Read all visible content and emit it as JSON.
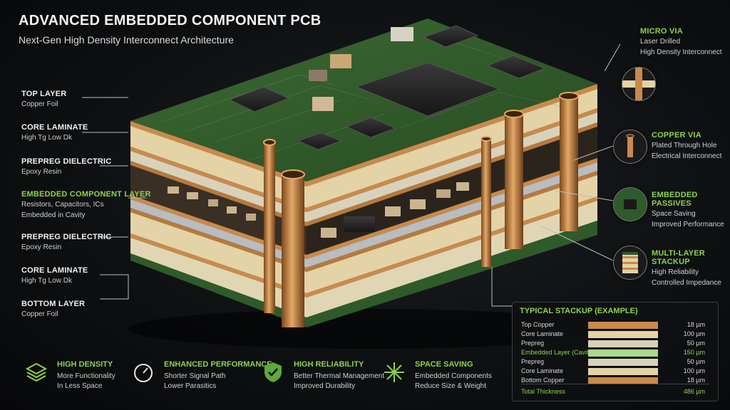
{
  "title": "ADVANCED EMBEDDED COMPONENT PCB",
  "subtitle": "Next-Gen High Density Interconnect Architecture",
  "left_labels": [
    {
      "title": "TOP LAYER",
      "lines": [
        "Copper Foil"
      ]
    },
    {
      "title": "CORE LAMINATE",
      "lines": [
        "High Tg Low Dk"
      ]
    },
    {
      "title": "PREPREG DIELECTRIC",
      "lines": [
        "Epoxy Resin"
      ]
    },
    {
      "title": "EMBEDDED COMPONENT LAYER",
      "lines": [
        "Resistors, Capacitors, ICs",
        "Embedded in Cavity"
      ]
    },
    {
      "title": "PREPREG DIELECTRIC",
      "lines": [
        "Epoxy Resin"
      ]
    },
    {
      "title": "CORE LAMINATE",
      "lines": [
        "High Tg Low Dk"
      ]
    },
    {
      "title": "BOTTOM LAYER",
      "lines": [
        "Copper Foil"
      ]
    }
  ],
  "right_labels": [
    {
      "title": "MICRO VIA",
      "lines": [
        "Laser Drilled",
        "High Density Interconnect"
      ]
    },
    {
      "title": "COPPER VIA",
      "lines": [
        "Plated Through Hole",
        "Electrical Interconnect"
      ]
    },
    {
      "title": "EMBEDDED PASSIVES",
      "lines": [
        "Space Saving",
        "Improved Performance"
      ]
    },
    {
      "title": "MULTI-LAYER STACKUP",
      "lines": [
        "High Reliability",
        "Controlled Impedance"
      ]
    }
  ],
  "stackup": {
    "title": "TYPICAL STACKUP (EXAMPLE)",
    "rows": [
      {
        "name": "Top Copper",
        "value": "18 µm",
        "color": "#c98a4b"
      },
      {
        "name": "Core Laminate",
        "value": "100 µm",
        "color": "#e3d3a6"
      },
      {
        "name": "Prepreg",
        "value": "50 µm",
        "color": "#d8d0b8"
      },
      {
        "name": "Embedded Layer (Cavity)",
        "value": "150 µm",
        "color": "#a9d98a",
        "highlight": true
      },
      {
        "name": "Prepreg",
        "value": "50 µm",
        "color": "#d8d0b8"
      },
      {
        "name": "Core Laminate",
        "value": "100 µm",
        "color": "#e3d3a6"
      },
      {
        "name": "Bottom Copper",
        "value": "18 µm",
        "color": "#c98a4b"
      }
    ],
    "total_label": "Total Thickness",
    "total_value": "486 µm"
  },
  "features": [
    {
      "icon": "layers-icon",
      "title": "HIGH DENSITY",
      "lines": [
        "More Functionality",
        "In Less Space"
      ]
    },
    {
      "icon": "gauge-icon",
      "title": "ENHANCED PERFORMANCE",
      "lines": [
        "Shorter Signal Path",
        "Lower Parasitics"
      ]
    },
    {
      "icon": "shield-icon",
      "title": "HIGH RELIABILITY",
      "lines": [
        "Better Thermal Management",
        "Improved Durability"
      ]
    },
    {
      "icon": "snowflake-icon",
      "title": "SPACE SAVING",
      "lines": [
        "Embedded Components",
        "Reduce Size & Weight"
      ]
    }
  ],
  "colors": {
    "accent": "#8fd14f",
    "copper": "#c98a4b",
    "laminate": "#e3d3a6",
    "board": "#2f5a2a"
  }
}
